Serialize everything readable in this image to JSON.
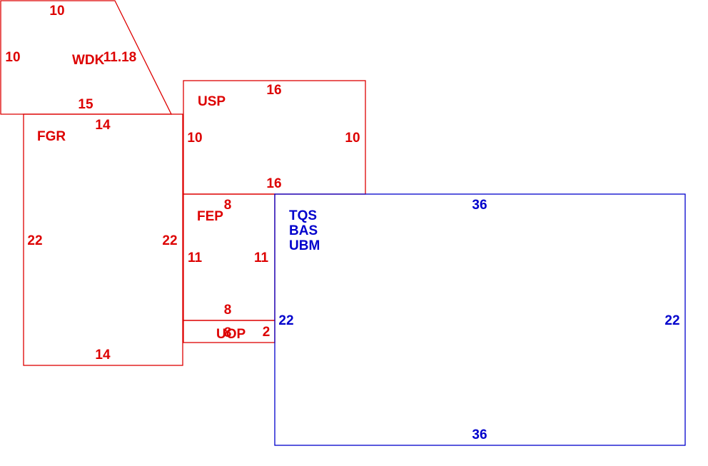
{
  "colors": {
    "secondary": "#dd0000",
    "main": "#0000cc",
    "background": "#ffffff"
  },
  "areas": [
    {
      "id": "wdk",
      "label": "WDK",
      "color": "secondary",
      "dims": {
        "top": "10",
        "left": "10",
        "slant": "11.18",
        "bottom": "15"
      }
    },
    {
      "id": "fgr",
      "label": "FGR",
      "color": "secondary",
      "dims": {
        "top": "14",
        "left": "22",
        "right": "22",
        "bottom": "14"
      }
    },
    {
      "id": "usp",
      "label": "USP",
      "color": "secondary",
      "dims": {
        "top": "16",
        "left": "10",
        "right": "10",
        "bottom": "16"
      }
    },
    {
      "id": "fep",
      "label": "FEP",
      "color": "secondary",
      "dims": {
        "top": "8",
        "left": "11",
        "right": "11",
        "bottom": "8"
      }
    },
    {
      "id": "uop",
      "label": "UOP",
      "color": "secondary",
      "dims": {
        "bottom": "8",
        "right": "2"
      }
    },
    {
      "id": "main",
      "label_lines": [
        "TQS",
        "BAS",
        "UBM"
      ],
      "color": "main",
      "dims": {
        "top": "36",
        "left": "22",
        "right": "22",
        "bottom": "36"
      }
    }
  ]
}
